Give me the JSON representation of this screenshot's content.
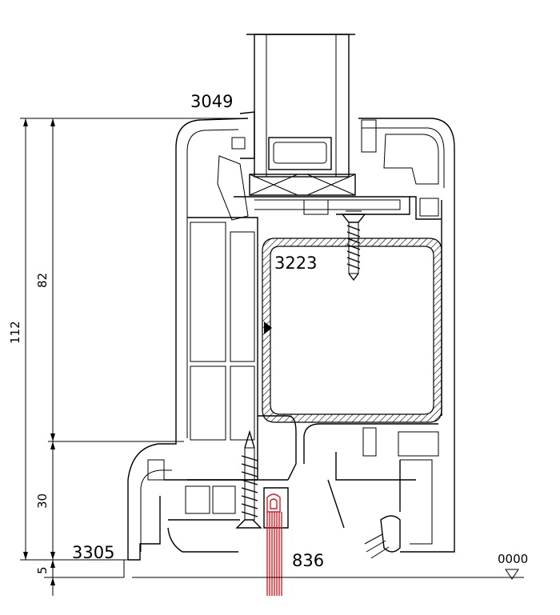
{
  "labels": {
    "part_glazing_bead": "3049",
    "part_reinforcement": "3223",
    "part_sill": "3305",
    "part_seal": "836",
    "level_mark": "0000"
  },
  "dimensions": {
    "total": "112",
    "upper": "82",
    "lower": "30",
    "bottom": "5"
  }
}
